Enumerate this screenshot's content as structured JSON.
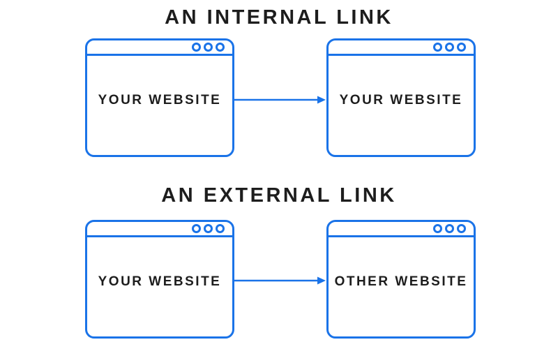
{
  "colors": {
    "accent": "#1a73e8",
    "text": "#1d1d1d",
    "background": "#ffffff"
  },
  "sections": [
    {
      "title": "AN INTERNAL LINK",
      "source_window": {
        "label": "YOUR WEBSITE",
        "buttons_icon": "three-dots"
      },
      "target_window": {
        "label": "YOUR WEBSITE",
        "buttons_icon": "three-dots"
      },
      "connector": "arrow-right"
    },
    {
      "title": "AN EXTERNAL LINK",
      "source_window": {
        "label": "YOUR WEBSITE",
        "buttons_icon": "three-dots"
      },
      "target_window": {
        "label": "OTHER WEBSITE",
        "buttons_icon": "three-dots"
      },
      "connector": "arrow-right"
    }
  ]
}
